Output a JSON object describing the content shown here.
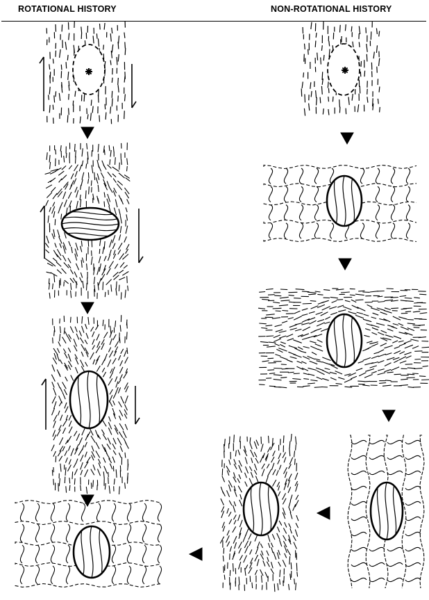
{
  "header": {
    "left_title": "ROTATIONAL HISTORY",
    "right_title": "NON-ROTATIONAL HISTORY"
  },
  "colors": {
    "ink": "#000000",
    "paper": "#ffffff"
  },
  "panels": {
    "rotational": [
      "rot-initial-stage",
      "rot-sheared-stage",
      "rot-rotated-stage",
      "rot-crenulated-stage"
    ],
    "non_rotational": [
      "nonrot-initial-stage",
      "nonrot-crenulated-stage",
      "nonrot-flattened-stage",
      "nonrot-vertical-crenulated-stage",
      "nonrot-vertical-foliated-stage"
    ]
  },
  "icons": [
    "down-arrow-icon",
    "left-arrow-icon",
    "shear-arrow-up-icon",
    "shear-arrow-down-icon",
    "porphyroblast-icon",
    "nucleus-star-icon"
  ]
}
